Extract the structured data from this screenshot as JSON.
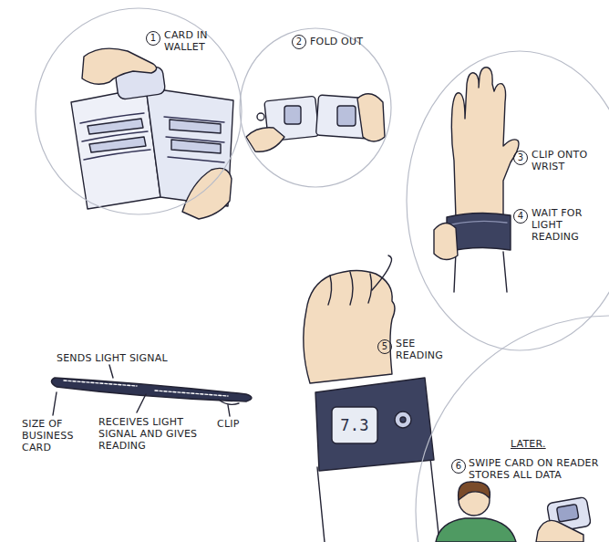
{
  "diagram": {
    "nodes": [
      {
        "text": [
          "1",
          "CARD IN WALLET"
        ]
      },
      {
        "text": [
          "2",
          "FOLD OUT"
        ]
      },
      {
        "text": [
          "3",
          "CLIP ONTO WRIST",
          "4",
          "WAIT FOR LIGHT READING"
        ]
      },
      {
        "text": [
          "LATER.",
          "6",
          "SWIPE CARD ON READER STORES ALL DATA"
        ]
      }
    ],
    "labels": [
      "5",
      "SEE READING",
      "SENDS LIGHT SIGNAL",
      "SIZE OF BUSINESS CARD",
      "RECEIVES LIGHT SIGNAL AND GIVES READING",
      "CLIP",
      "7.3"
    ]
  }
}
